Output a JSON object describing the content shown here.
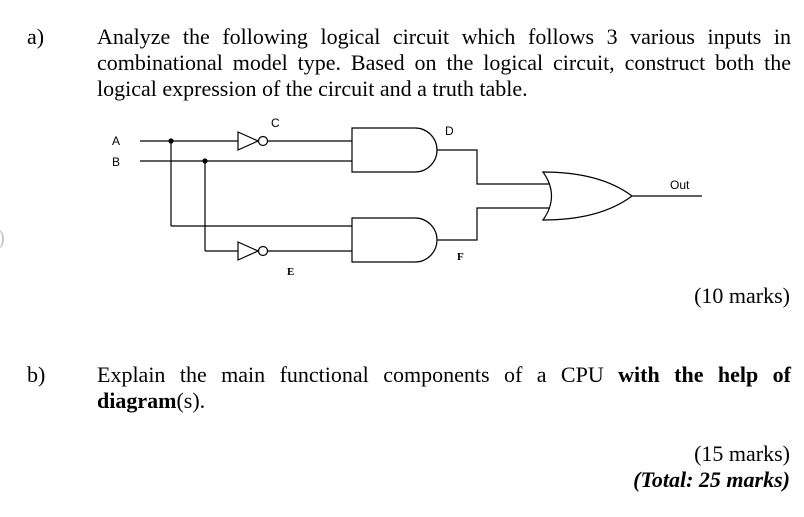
{
  "question_a": {
    "label": "a)",
    "text": "Analyze the following logical circuit which follows 3 various inputs in combinational model type. Based on the logical circuit, construct both the logical expression of the circuit and a truth table.",
    "marks": "(10 marks)"
  },
  "circuit": {
    "input_a": "A",
    "input_b": "B",
    "label_c": "C",
    "label_d": "D",
    "label_e": "E",
    "label_f": "F",
    "output": "Out"
  },
  "question_b": {
    "label": "b)",
    "text_plain_1": "Explain the main functional components of a CPU ",
    "text_bold_1": "with the help of diagram",
    "text_plain_2": "(s).",
    "marks": "(15 marks)",
    "total": "(Total: 25 marks)"
  }
}
